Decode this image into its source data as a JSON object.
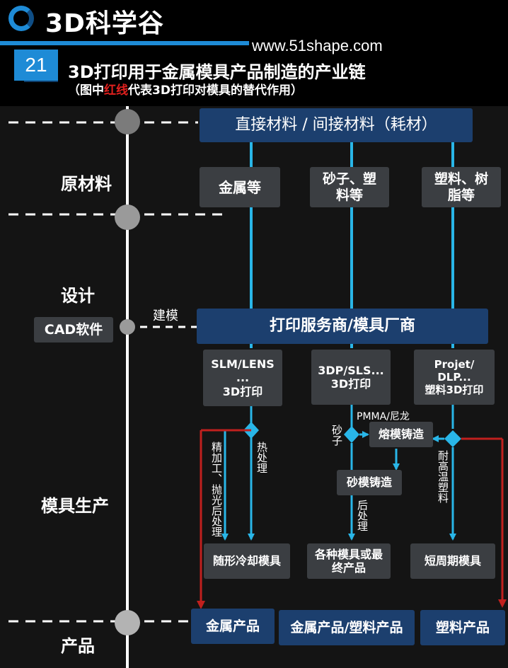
{
  "header": {
    "brand": "3D科学谷",
    "number": "21",
    "url": "www.51shape.com",
    "title": "3D打印用于金属模具产品制造的产业链",
    "subtitle_prefix": "（图中",
    "subtitle_red": "红线",
    "subtitle_suffix": "代表3D打印对模具的替代作用）"
  },
  "stages": {
    "raw": "原材料",
    "design": "设计",
    "mold": "模具生产",
    "product": "产品"
  },
  "nodes": {
    "materials": "直接材料 / 间接材料（耗材）",
    "metal": "金属等",
    "sand": "砂子、塑料等",
    "plastic": "塑料、树脂等",
    "cad": "CAD软件",
    "modeling": "建模",
    "service": "打印服务商/模具厂商",
    "slm": "SLM/LENS\n...\n3D打印",
    "dp": "3DP/SLS...\n3D打印",
    "projet": "Projet/\nDLP...\n塑料3D打印",
    "investment": "熔模铸造",
    "sandcast": "砂模铸造",
    "conformal": "随形冷却模具",
    "various": "各种模具或最终产品",
    "shortcycle": "短周期模具",
    "p_metal": "金属产品",
    "p_metalplastic": "金属产品/塑料产品",
    "p_plastic": "塑料产品"
  },
  "edges": {
    "finishing": "精加工、抛光后处理",
    "heat": "热处理",
    "pmma": "PMMA/尼龙",
    "sand_label": "砂子",
    "post": "后处理",
    "hightemp": "耐高温塑料"
  },
  "colors": {
    "navy": "#1c3f6e",
    "gray": "#3b3e42",
    "cyan": "#29b6e8",
    "red": "#c0201e",
    "accent": "#1e8bd6"
  }
}
